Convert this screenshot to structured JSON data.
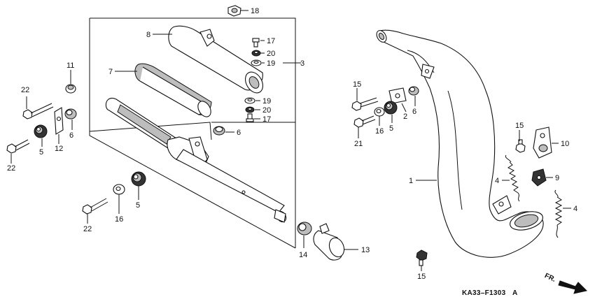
{
  "callouts": [
    {
      "id": "c18",
      "label": "18"
    },
    {
      "id": "c8",
      "label": "8"
    },
    {
      "id": "c17a",
      "label": "17"
    },
    {
      "id": "c20a",
      "label": "20"
    },
    {
      "id": "c19a",
      "label": "19"
    },
    {
      "id": "c3",
      "label": "3"
    },
    {
      "id": "c7",
      "label": "7"
    },
    {
      "id": "c19b",
      "label": "19"
    },
    {
      "id": "c20b",
      "label": "20"
    },
    {
      "id": "c17b",
      "label": "17"
    },
    {
      "id": "c6c",
      "label": "6"
    },
    {
      "id": "c11",
      "label": "11"
    },
    {
      "id": "c22a",
      "label": "22"
    },
    {
      "id": "c6a",
      "label": "6"
    },
    {
      "id": "c12",
      "label": "12"
    },
    {
      "id": "c5a",
      "label": "5"
    },
    {
      "id": "c22b",
      "label": "22"
    },
    {
      "id": "c5b",
      "label": "5"
    },
    {
      "id": "c16a",
      "label": "16"
    },
    {
      "id": "c22c",
      "label": "22"
    },
    {
      "id": "c14",
      "label": "14"
    },
    {
      "id": "c13",
      "label": "13"
    },
    {
      "id": "c15a",
      "label": "15"
    },
    {
      "id": "c21",
      "label": "21"
    },
    {
      "id": "c16b",
      "label": "16"
    },
    {
      "id": "c5c",
      "label": "5"
    },
    {
      "id": "c2",
      "label": "2"
    },
    {
      "id": "c6b",
      "label": "6"
    },
    {
      "id": "c15b",
      "label": "15"
    },
    {
      "id": "c10",
      "label": "10"
    },
    {
      "id": "c9",
      "label": "9"
    },
    {
      "id": "c4a",
      "label": "4"
    },
    {
      "id": "c4b",
      "label": "4"
    },
    {
      "id": "c1",
      "label": "1"
    },
    {
      "id": "c15c",
      "label": "15"
    }
  ],
  "diagram_code": "KA33–F1303",
  "diagram_code_suffix": "A",
  "direction": {
    "label": "FR.",
    "icon": "front-arrow-icon"
  }
}
